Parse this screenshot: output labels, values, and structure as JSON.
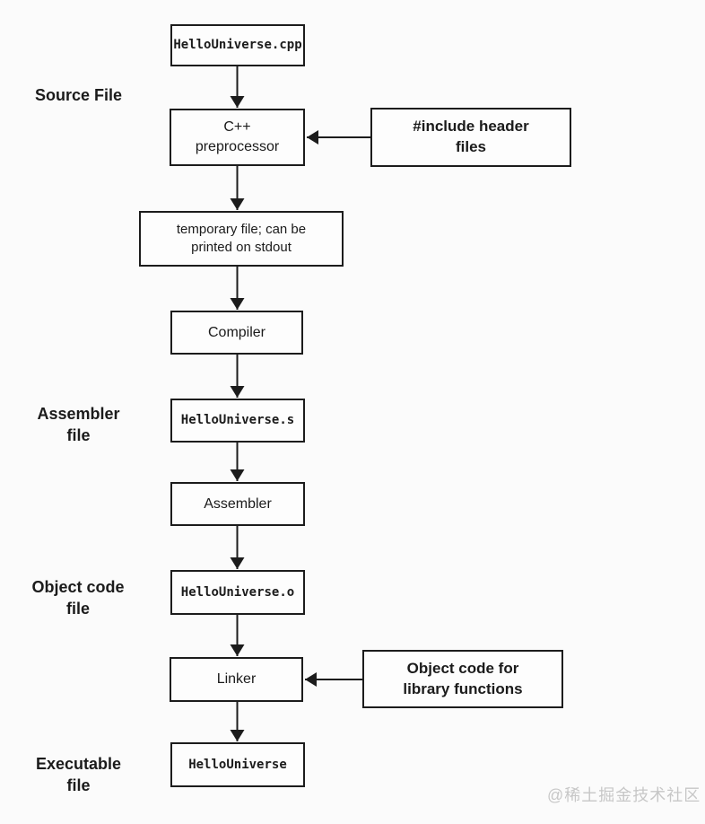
{
  "diagram": {
    "nodes": {
      "cpp_file": {
        "label": "HelloUniverse.cpp"
      },
      "preprocessor": {
        "label": "C++\npreprocessor"
      },
      "temp_file": {
        "label": "temporary file; can be\nprinted on stdout"
      },
      "compiler": {
        "label": "Compiler"
      },
      "asm_file": {
        "label": "HelloUniverse.s"
      },
      "assembler": {
        "label": "Assembler"
      },
      "obj_file": {
        "label": "HelloUniverse.o"
      },
      "linker": {
        "label": "Linker"
      },
      "exe_file": {
        "label": "HelloUniverse"
      },
      "include_headers": {
        "label": "#include header\nfiles"
      },
      "library_objects": {
        "label": "Object code for\nlibrary functions"
      }
    },
    "side_labels": {
      "source": "Source File",
      "assembler": "Assembler\nfile",
      "object": "Object code\nfile",
      "executable": "Executable\nfile"
    }
  },
  "watermark": "@稀土掘金技术社区",
  "colors": {
    "line": "#1c1c1c",
    "text": "#1b1b1b",
    "watermark": "#c7c7c7",
    "background": "#fbfbfb"
  }
}
